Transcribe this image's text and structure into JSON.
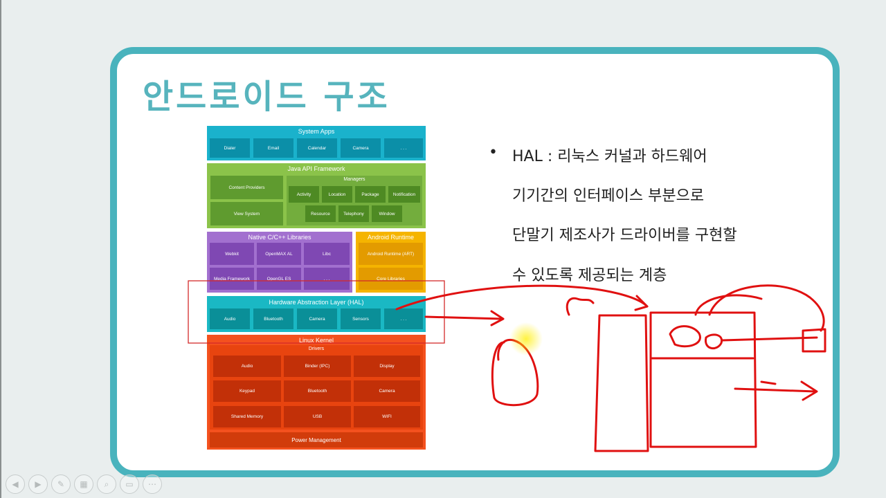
{
  "slide": {
    "title": "안드로이드 구조",
    "bullet_lines": [
      "HAL : 리눅스 커널과 하드웨어",
      "기기간의 인터페이스 부분으로",
      "단말기 제조사가 드라이버를 구현할",
      "수 있도록 제공되는 계층"
    ]
  },
  "diagram": {
    "system_apps": {
      "title": "System Apps",
      "items": [
        "Dialer",
        "Email",
        "Calendar",
        "Camera",
        ". . ."
      ]
    },
    "java_api": {
      "title": "Java API Framework",
      "left": [
        "Content Providers",
        "View System"
      ],
      "managers_title": "Managers",
      "managers_row1": [
        "Activity",
        "Location",
        "Package",
        "Notification"
      ],
      "managers_row2": [
        "Resource",
        "Telephony",
        "Window"
      ]
    },
    "native_libs": {
      "title": "Native C/C++ Libraries",
      "items": [
        "Webkit",
        "OpenMAX AL",
        "Libc",
        "Media Framework",
        "OpenGL ES",
        ". . ."
      ]
    },
    "android_runtime": {
      "title": "Android Runtime",
      "items": [
        "Android Runtime (ART)",
        "Core Libraries"
      ]
    },
    "hal": {
      "title": "Hardware Abstraction Layer (HAL)",
      "items": [
        "Audio",
        "Bluetooth",
        "Camera",
        "Sensors",
        ". . ."
      ]
    },
    "kernel": {
      "title": "Linux Kernel",
      "drivers_title": "Drivers",
      "drivers": [
        "Audio",
        "Binder (IPC)",
        "Display",
        "Keypad",
        "Bluetooth",
        "Camera",
        "Shared Memory",
        "USB",
        "WIFI"
      ],
      "power": "Power Management"
    }
  },
  "colors": {
    "accent": "#49b3bd",
    "system_apps": "#1ab2cc",
    "java_api": "#8bc34a",
    "native_libs": "#a270cf",
    "android_runtime": "#f5b400",
    "hal": "#1ab8c4",
    "kernel": "#f4511e",
    "annotation_red": "#e01010"
  },
  "toolbar": {
    "buttons": [
      "prev-icon",
      "next-icon",
      "pen-icon",
      "slides-icon",
      "zoom-icon",
      "subtitle-icon",
      "more-icon"
    ]
  }
}
